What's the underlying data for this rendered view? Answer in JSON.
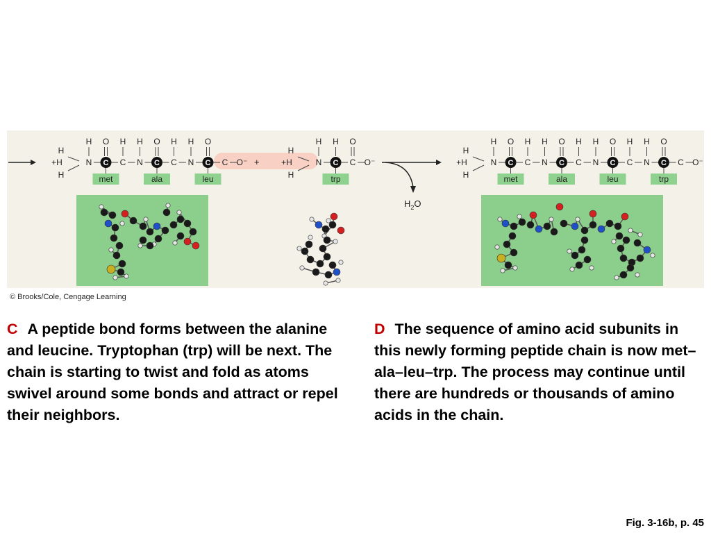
{
  "figure": {
    "left_chain": {
      "top_atoms": [
        "H",
        "O",
        "H",
        "H",
        "O",
        "H",
        "H",
        "O"
      ],
      "main_atoms": [
        "N",
        "C",
        "C",
        "N",
        "C",
        "C",
        "N",
        "C",
        "C",
        "O⁻"
      ],
      "n_terminal": [
        "H",
        "+H",
        "H"
      ],
      "labels": [
        "met",
        "ala",
        "leu"
      ]
    },
    "plus_sign": "+",
    "trp_unit": {
      "top_atoms": [
        "H",
        "H",
        "O"
      ],
      "main_atoms": [
        "N",
        "C",
        "C",
        "O⁻"
      ],
      "n_terminal": [
        "H",
        "+H",
        "H"
      ],
      "label": "trp"
    },
    "water": {
      "symbol": "H",
      "subscript": "2",
      "tail": "O"
    },
    "right_chain": {
      "top_atoms": [
        "H",
        "O",
        "H",
        "H",
        "O",
        "H",
        "H",
        "O",
        "H",
        "H",
        "O"
      ],
      "main_atoms": [
        "N",
        "C",
        "C",
        "N",
        "C",
        "C",
        "N",
        "C",
        "C",
        "N",
        "C",
        "C",
        "O⁻"
      ],
      "n_terminal": [
        "H",
        "+H",
        "H"
      ],
      "labels": [
        "met",
        "ala",
        "leu",
        "trp"
      ]
    },
    "colors": {
      "label_box": "#8fd18f",
      "model_bg": "#8ccf8c",
      "highlight": "#f8d0c4",
      "oxygen": "#d42020",
      "nitrogen": "#2050c8",
      "sulfur": "#c8b020",
      "carbon": "#1a1a1a",
      "hydrogen": "#e6e6e6"
    }
  },
  "credit": "© Brooks/Cole, Cengage Learning",
  "captions": {
    "c": {
      "letter": "C",
      "text": "A peptide bond forms between the alanine and leucine. Tryptophan (trp) will be next. The chain is starting to twist and fold as atoms swivel around some bonds and attract or repel their neighbors."
    },
    "d": {
      "letter": "D",
      "text": "The sequence of amino acid subunits in this newly forming peptide chain is now met–ala–leu–trp. The process may continue until there are hundreds or thousands of amino acids in the chain."
    }
  },
  "figure_ref": "Fig. 3-16b, p. 45"
}
